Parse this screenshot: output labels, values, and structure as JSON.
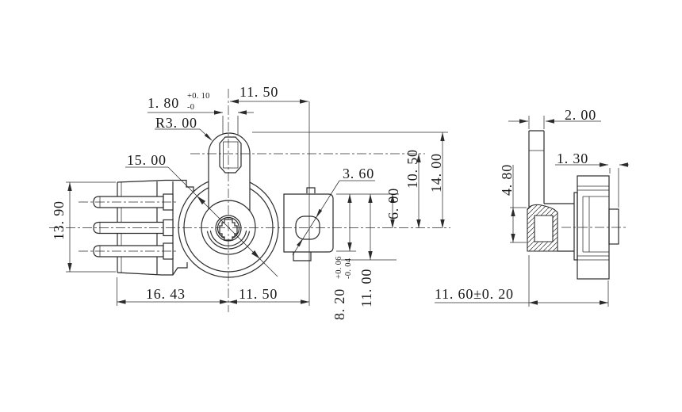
{
  "colors": {
    "background": "#ffffff",
    "line": "#2b2b2b",
    "text": "#1a1a1a"
  },
  "dimensions": {
    "slot_width": {
      "value": "1. 80",
      "upper_tol": "+0. 10",
      "lower_tol": "-0"
    },
    "pivot_to_hole_top": {
      "value": "11. 50"
    },
    "lever_tip_radius": {
      "value": "R3. 00"
    },
    "hub_diameter": {
      "value": "15. 00"
    },
    "housing_height": {
      "value": "13. 90"
    },
    "tab_hole_diameter": {
      "value": "3. 60"
    },
    "tab_top_to_center": {
      "value": "6. 00"
    },
    "slot_center_to_center": {
      "value": "10. 50"
    },
    "lever_top_to_center": {
      "value": "14. 00"
    },
    "body_width": {
      "value": "16. 43"
    },
    "center_to_hole_bottom": {
      "value": "11. 50"
    },
    "tab_height": {
      "value": "8. 20",
      "upper_tol": "+0. 06",
      "lower_tol": "-0. 04"
    },
    "tab_total_height": {
      "value": "11. 00"
    },
    "lever_thickness": {
      "value": "2. 00"
    },
    "shaft_tip_length": {
      "value": "1. 30"
    },
    "section_slot_height": {
      "value": "4. 80"
    },
    "overall_depth": {
      "value": "11. 60±0. 20"
    }
  }
}
